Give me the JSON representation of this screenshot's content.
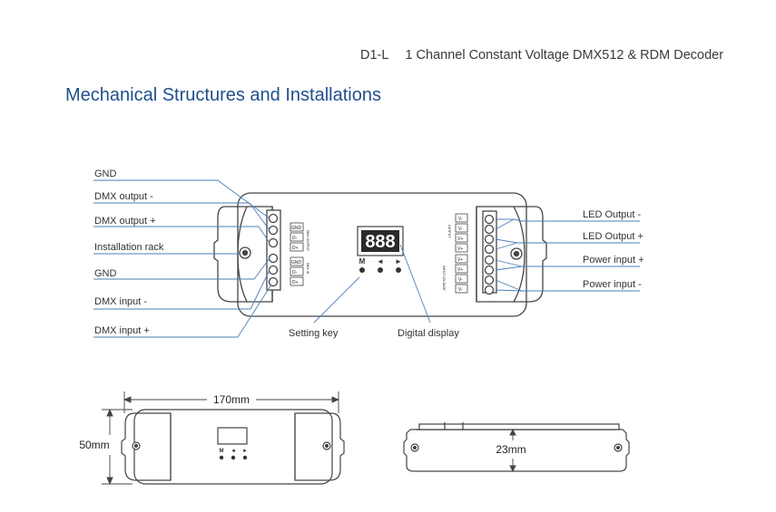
{
  "header": {
    "model": "D1-L",
    "product_title": "1 Channel Constant Voltage DMX512 & RDM Decoder"
  },
  "section_title": "Mechanical Structures and Installations",
  "left_labels": [
    "GND",
    "DMX output -",
    "DMX output +",
    "Installation rack",
    "GND",
    "DMX input -",
    "DMX input +"
  ],
  "right_labels": [
    "LED Output -",
    "LED Output +",
    "Power input +",
    "Power input -"
  ],
  "callouts": {
    "setting_key": "Setting key",
    "digital_display": "Digital display"
  },
  "left_terminal_tags": [
    "GND",
    "D-",
    "D+",
    "GND",
    "D-",
    "D+"
  ],
  "left_group_tags": [
    "DMX OUTPUT",
    "DMX IN"
  ],
  "right_terminal_tags": [
    "V-",
    "V-",
    "V+",
    "V+",
    "V+",
    "V+",
    "V-",
    "V-"
  ],
  "right_group_tags": [
    "OUTPUT",
    "INPUT VOLTAGE"
  ],
  "display_digits": "888",
  "keys": {
    "m": "M",
    "left": "◄",
    "right": "►"
  },
  "dimensions": {
    "length": "170mm",
    "height": "50mm",
    "depth": "23mm"
  },
  "colors": {
    "title_blue": "#1f4f8a",
    "leader_blue": "#4a7fb8",
    "outline": "#444444",
    "display_bg": "#2a2a2a",
    "digit_red": "#e03a3a"
  }
}
